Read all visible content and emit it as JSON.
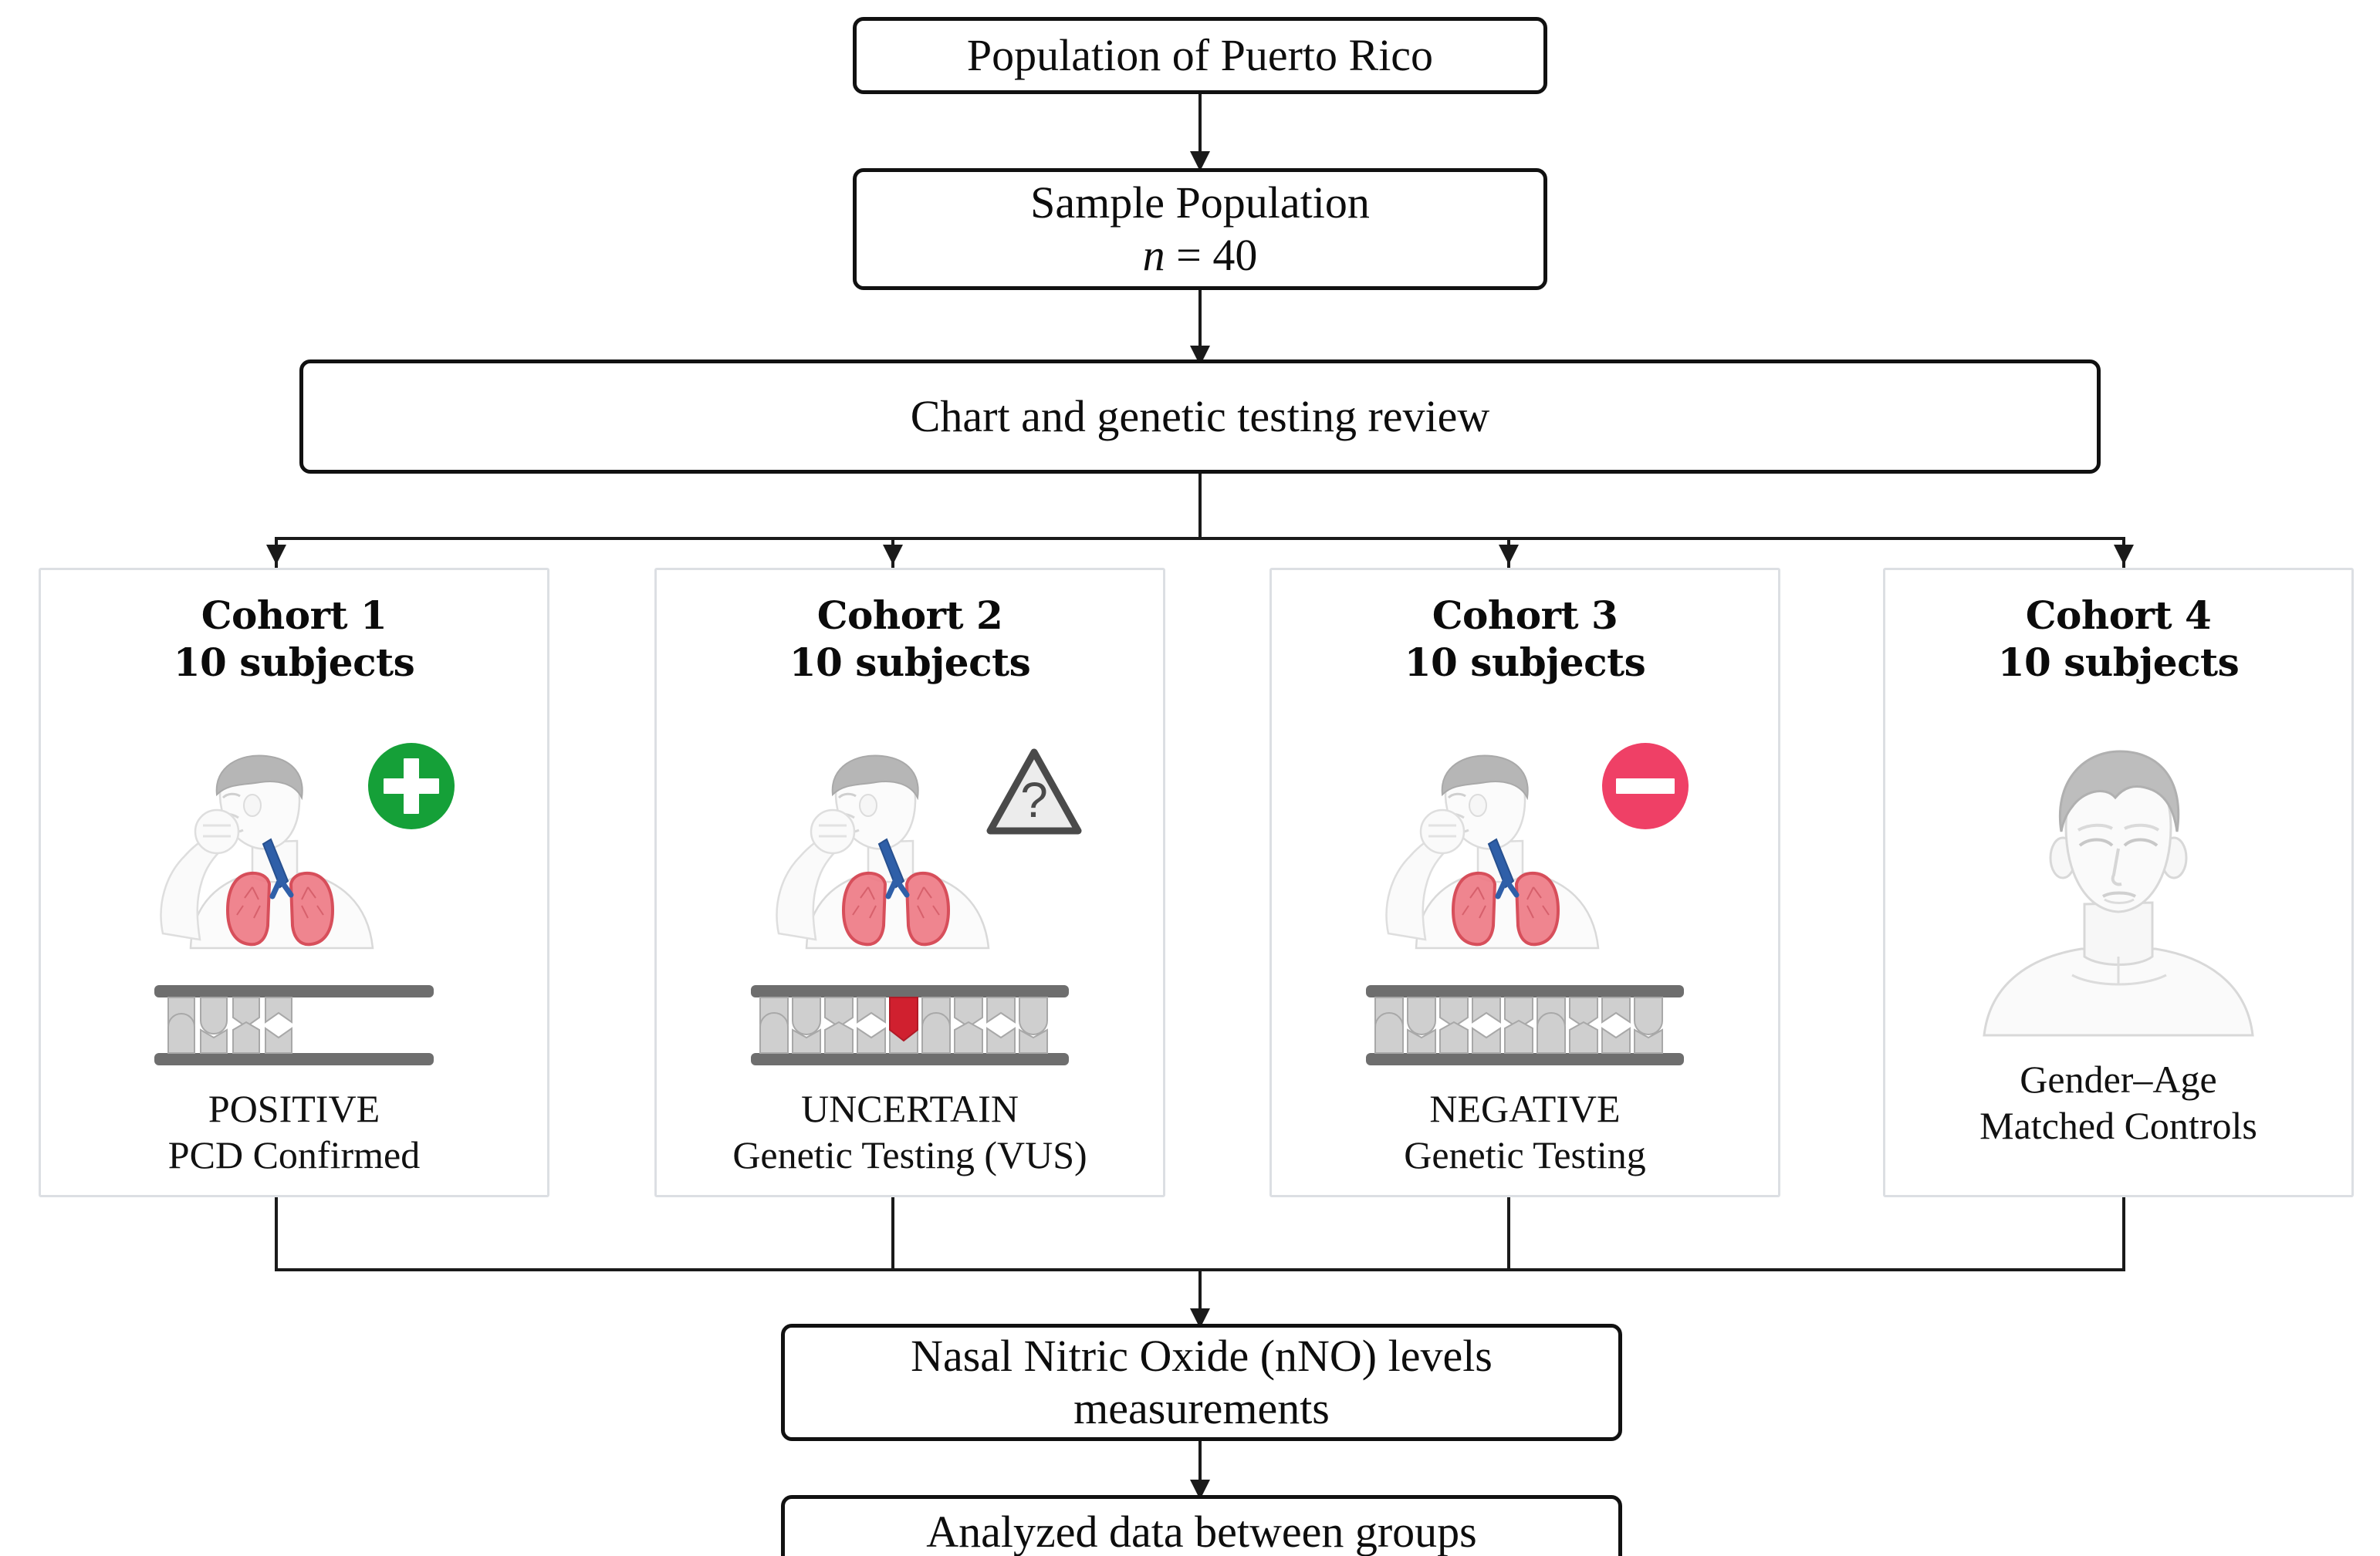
{
  "diagram": {
    "title": "PCD study cohort flow diagram",
    "colors": {
      "box_border": "#111111",
      "panel_border": "#dcdfe3",
      "connector": "#1a1a1a",
      "positive_green": "#15a038",
      "negative_pink": "#ef4066",
      "uncertain_grey": "#4a4a4a",
      "lung_red": "#e8636f",
      "trachea_blue": "#2f5fa8",
      "dna_grey": "#6e6e6e",
      "dna_fill": "#cfcfcf",
      "vus_red": "#d0202f",
      "skin": "#f7f7f7",
      "hair_grey": "#b8b8b8"
    },
    "nodes": {
      "population": {
        "label": "Population of Puerto Rico"
      },
      "sample": {
        "line1": "Sample Population",
        "n_symbol": "n",
        "n_value": "= 40"
      },
      "review": {
        "label": "Chart and genetic testing review"
      },
      "measure": {
        "line1": "Nasal Nitric Oxide (nNO) levels",
        "line2": "measurements"
      },
      "analysis": {
        "label": "Analyzed data between groups"
      }
    },
    "cohorts": [
      {
        "id": "cohort-1",
        "title_line1": "Cohort 1",
        "title_line2": "10 subjects",
        "badge_icon": "plus-circle-icon",
        "badge_meaning": "positive",
        "art_icon": "coughing-person-lungs-icon",
        "dna_icon": "dna-strand-partial-icon",
        "caption_line1": "POSITIVE",
        "caption_line2": "PCD Confirmed"
      },
      {
        "id": "cohort-2",
        "title_line1": "Cohort 2",
        "title_line2": "10 subjects",
        "badge_icon": "warning-question-triangle-icon",
        "badge_meaning": "uncertain",
        "art_icon": "coughing-person-lungs-icon",
        "dna_icon": "dna-strand-variant-icon",
        "caption_line1": "UNCERTAIN",
        "caption_line2": "Genetic Testing (VUS)"
      },
      {
        "id": "cohort-3",
        "title_line1": "Cohort 3",
        "title_line2": "10 subjects",
        "badge_icon": "minus-circle-icon",
        "badge_meaning": "negative",
        "art_icon": "coughing-person-lungs-icon",
        "dna_icon": "dna-strand-full-icon",
        "caption_line1": "NEGATIVE",
        "caption_line2": "Genetic Testing"
      },
      {
        "id": "cohort-4",
        "title_line1": "Cohort 4",
        "title_line2": "10 subjects",
        "badge_icon": "none",
        "badge_meaning": "control",
        "art_icon": "neutral-face-bust-icon",
        "dna_icon": "none",
        "caption_line1": "Gender–Age",
        "caption_line2": "Matched Controls"
      }
    ]
  }
}
